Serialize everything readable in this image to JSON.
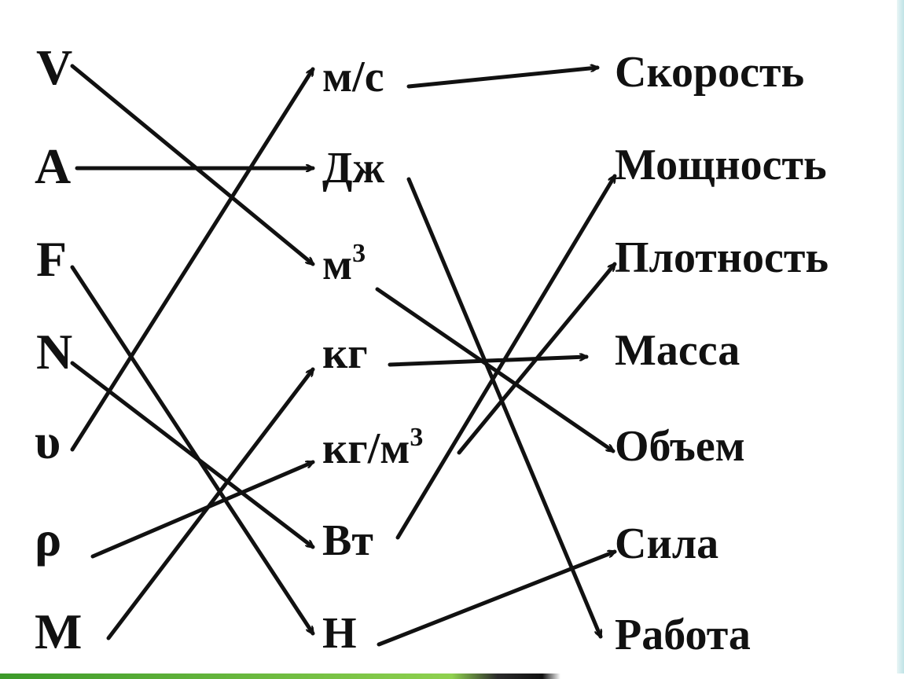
{
  "quantities": [
    "V",
    "A",
    "F",
    "N",
    "υ",
    "ρ",
    "M"
  ],
  "units": [
    {
      "base": "м/с",
      "sup": ""
    },
    {
      "base": "Дж",
      "sup": ""
    },
    {
      "base": "м",
      "sup": "3"
    },
    {
      "base": "кг",
      "sup": ""
    },
    {
      "base": "кг/м",
      "sup": "3"
    },
    {
      "base": "Вт",
      "sup": ""
    },
    {
      "base": "Н",
      "sup": ""
    }
  ],
  "names": [
    "Скорость",
    "Мощность",
    "Плотность",
    "Масса",
    "Объем",
    "Сила",
    "Работа"
  ],
  "quantity_to_unit": [
    {
      "from": "V",
      "to": "м3"
    },
    {
      "from": "A",
      "to": "Дж"
    },
    {
      "from": "F",
      "to": "Н"
    },
    {
      "from": "N",
      "to": "Вт"
    },
    {
      "from": "υ",
      "to": "м/с"
    },
    {
      "from": "ρ",
      "to": "кг/м3"
    },
    {
      "from": "M",
      "to": "кг"
    }
  ],
  "unit_to_name": [
    {
      "from": "м/с",
      "to": "Скорость"
    },
    {
      "from": "Дж",
      "to": "Работа"
    },
    {
      "from": "м3",
      "to": "Объем"
    },
    {
      "from": "кг",
      "to": "Масса"
    },
    {
      "from": "кг/м3",
      "to": "Плотность"
    },
    {
      "from": "Вт",
      "to": "Мощность"
    },
    {
      "from": "Н",
      "to": "Сила"
    }
  ],
  "colors": {
    "ink": "#111111",
    "background": "#ffffff"
  }
}
